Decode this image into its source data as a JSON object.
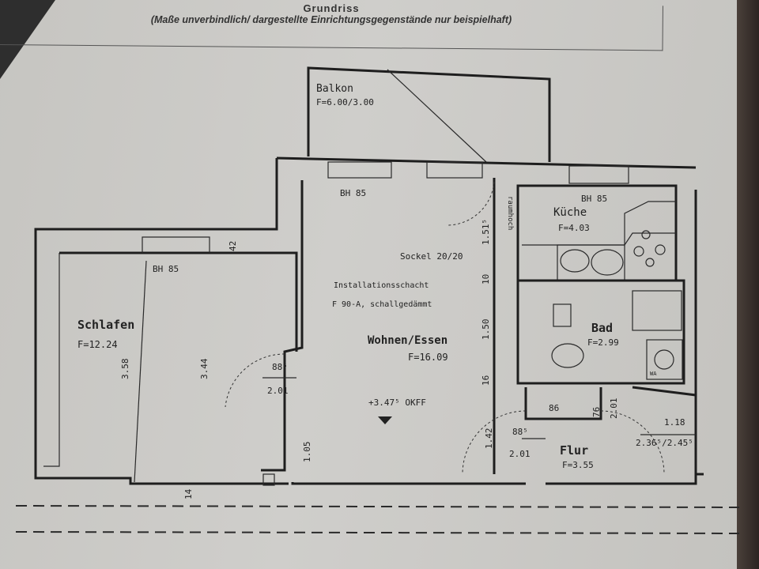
{
  "header": {
    "title": "Grundriss",
    "subtitle": "(Maße unverbindlich/ dargestellte Einrichtungsgegenstände nur beispielhaft)"
  },
  "rooms": {
    "balkon": {
      "name": "Balkon",
      "area": "F=6.00/3.00"
    },
    "kueche": {
      "name": "Küche",
      "area": "F=4.03"
    },
    "schlafen": {
      "name": "Schlafen",
      "area": "F=12.24"
    },
    "wohnen": {
      "name": "Wohnen/Essen",
      "area": "F=16.09"
    },
    "bad": {
      "name": "Bad",
      "area": "F=2.99"
    },
    "flur": {
      "name": "Flur",
      "area": "F=3.55"
    }
  },
  "annotations": {
    "bh_wohnen": "BH 85",
    "bh_kueche": "BH 85",
    "bh_schlafen": "BH 85",
    "raumhoch": "raumhoch",
    "sockel": "Sockel 20/20",
    "schacht_1": "Installationsschacht",
    "schacht_2": "F 90-A, schallgedämmt",
    "level": "+3.47⁵ OKFF",
    "wm": "WA"
  },
  "dimensions": {
    "d42": "42",
    "d358": "3.58",
    "d344": "3.44",
    "d885a": "88⁵",
    "d201a": "2.01",
    "d105": "1.05",
    "d14": "14",
    "d1515": "1.51⁵",
    "d10": "10",
    "d150": "1.50",
    "d16": "16",
    "d142": "1.42",
    "d885b": "88⁵",
    "d201b": "2.01",
    "d86": "86",
    "d76": "76",
    "d201c": "2.01",
    "d118": "1.18",
    "d2365": "2.36⁵/2.45⁵"
  }
}
